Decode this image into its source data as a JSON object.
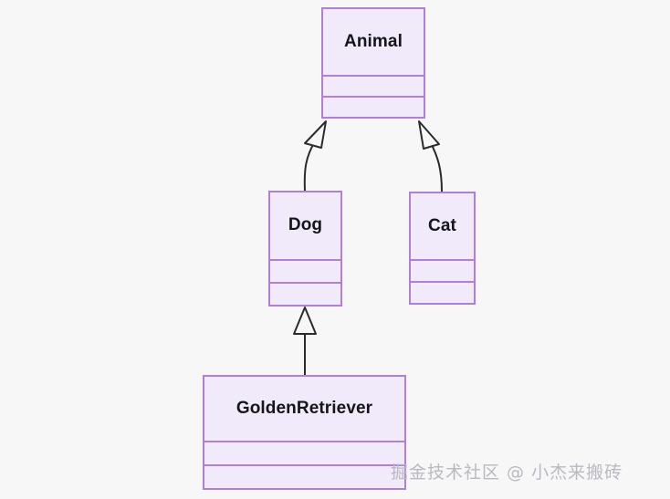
{
  "diagram": {
    "type": "uml-class-diagram",
    "background_color": "#f7f7f8",
    "box_fill_color": "#f0eafb",
    "box_border_color": "#b07fdb",
    "edge_color": "#2b2b2b",
    "title_text_color": "#15161a",
    "classes": [
      {
        "id": "animal",
        "name": "Animal",
        "attributes": [],
        "methods": [],
        "compartments": 3
      },
      {
        "id": "dog",
        "name": "Dog",
        "attributes": [],
        "methods": [],
        "compartments": 3
      },
      {
        "id": "cat",
        "name": "Cat",
        "attributes": [],
        "methods": [],
        "compartments": 3
      },
      {
        "id": "goldenretriever",
        "name": "GoldenRetriever",
        "attributes": [],
        "methods": [],
        "compartments": 3
      }
    ],
    "relationships": [
      {
        "id": "dog-animal",
        "kind": "generalization",
        "from": "Dog",
        "to": "Animal",
        "arrow": "hollow-triangle"
      },
      {
        "id": "cat-animal",
        "kind": "generalization",
        "from": "Cat",
        "to": "Animal",
        "arrow": "hollow-triangle"
      },
      {
        "id": "goldenretriever-dog",
        "kind": "generalization",
        "from": "GoldenRetriever",
        "to": "Dog",
        "arrow": "hollow-triangle"
      }
    ]
  },
  "watermark": {
    "text": "掘金技术社区 @ 小杰来搬砖",
    "color": "#b9b9c2"
  }
}
